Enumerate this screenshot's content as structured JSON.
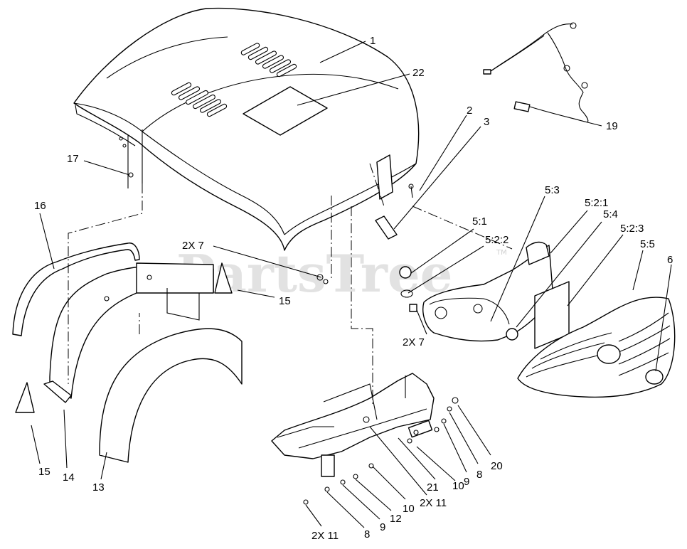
{
  "watermark": {
    "text": "PartsTree",
    "tm": "TM"
  },
  "callouts": [
    {
      "id": "c1",
      "text": "1"
    },
    {
      "id": "c22",
      "text": "22"
    },
    {
      "id": "c19",
      "text": "19"
    },
    {
      "id": "c2",
      "text": "2"
    },
    {
      "id": "c3",
      "text": "3"
    },
    {
      "id": "c17",
      "text": "17"
    },
    {
      "id": "c16",
      "text": "16"
    },
    {
      "id": "c2x7a",
      "text": "2X 7"
    },
    {
      "id": "c15a",
      "text": "15"
    },
    {
      "id": "c5_3",
      "text": "5:3"
    },
    {
      "id": "c5_2_1",
      "text": "5:2:1"
    },
    {
      "id": "c5_4",
      "text": "5:4"
    },
    {
      "id": "c5_1",
      "text": "5:1"
    },
    {
      "id": "c5_2_2",
      "text": "5:2:2"
    },
    {
      "id": "c5_2_3",
      "text": "5:2:3"
    },
    {
      "id": "c5_5",
      "text": "5:5"
    },
    {
      "id": "c6",
      "text": "6"
    },
    {
      "id": "c2x7b",
      "text": "2X 7"
    },
    {
      "id": "c15b",
      "text": "15"
    },
    {
      "id": "c14",
      "text": "14"
    },
    {
      "id": "c13",
      "text": "13"
    },
    {
      "id": "c20",
      "text": "20"
    },
    {
      "id": "c8a",
      "text": "8"
    },
    {
      "id": "c9a",
      "text": "9"
    },
    {
      "id": "c10a",
      "text": "10"
    },
    {
      "id": "c21",
      "text": "21"
    },
    {
      "id": "c2x11a",
      "text": "2X 11"
    },
    {
      "id": "c10b",
      "text": "10"
    },
    {
      "id": "c12",
      "text": "12"
    },
    {
      "id": "c9b",
      "text": "9"
    },
    {
      "id": "c8b",
      "text": "8"
    },
    {
      "id": "c2x11b",
      "text": "2X 11"
    }
  ]
}
